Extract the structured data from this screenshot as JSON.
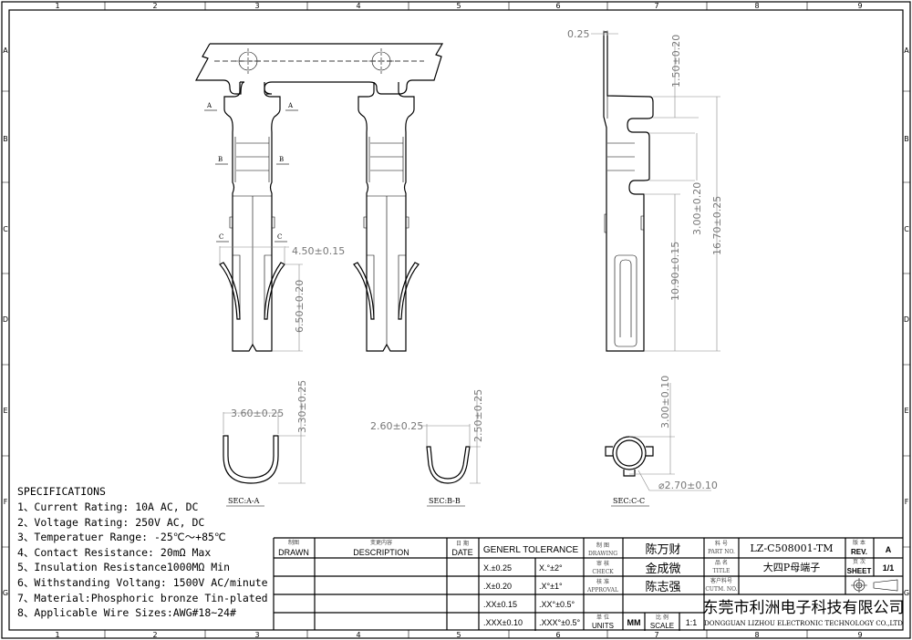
{
  "grid": {
    "columns": [
      "1",
      "2",
      "3",
      "4",
      "5",
      "6",
      "7",
      "8",
      "9"
    ],
    "rows": [
      "A",
      "B",
      "C",
      "D",
      "E",
      "F",
      "G"
    ]
  },
  "section_marks": {
    "a": "A",
    "b": "B",
    "c": "C"
  },
  "dimensions": {
    "strip_thickness": "0.25",
    "tab_height": "1.50±0.20",
    "crimp_length": "3.00±0.20",
    "overall_length": "16.70±0.25",
    "contact_length": "10.90±0.15",
    "contact_width": "4.50±0.15",
    "spring_length": "6.50±0.20",
    "sec_a_width": "3.60±0.25",
    "sec_a_height": "3.30±0.25",
    "sec_b_width": "2.60±0.25",
    "sec_b_height": "2.50±0.25",
    "sec_c_height": "3.00±0.10",
    "sec_c_diameter": "⌀2.70±0.10"
  },
  "sections": {
    "a": "SEC:A-A",
    "b": "SEC:B-B",
    "c": "SEC:C-C"
  },
  "specifications": {
    "title": "SPECIFICATIONS",
    "items": [
      "1、Current Rating: 10A AC, DC",
      "2、Voltage Rating: 250V AC, DC",
      "3、Temperatuer Range: -25℃～+85℃",
      "4、Contact Resistance: 20mΩ Max",
      "5、Insulation Resistance1000MΩ Min",
      "6、Withstanding Voltang: 1500V AC/minute",
      "7、Material:Phosphoric bronze Tin-plated",
      "8、Applicable Wire Sizes:AWG#18~24#"
    ]
  },
  "title_block": {
    "drawn_cn": "制图",
    "drawn": "DRAWN",
    "desc_cn": "变更内容",
    "desc": "DESCRIPTION",
    "date_cn": "日 期",
    "date": "DATE",
    "tolerance_title": "GENERL TOLERANCE",
    "tolerances": [
      [
        "X.±0.25",
        "X.°±2°"
      ],
      [
        ".X±0.20",
        ".X°±1°"
      ],
      [
        ".XX±0.15",
        ".XX°±0.5°"
      ],
      [
        ".XXX±0.10",
        ".XXX°±0.5°"
      ]
    ],
    "drawing_cn": "制 图",
    "drawing": "DRAWING",
    "drawing_name": "陈万财",
    "check_cn": "审 核",
    "check": "CHECK",
    "check_name": "金成微",
    "approval_cn": "核 准",
    "approval": "APPROVAL",
    "approval_name": "陈志强",
    "units_cn": "单 位",
    "units": "UNITS",
    "units_value": "MM",
    "scale_cn": "比 例",
    "scale": "SCALE",
    "scale_value": "1:1",
    "part_no_cn": "料 号",
    "part_no": "PART NO.",
    "part_no_value": "LZ-C508001-TM",
    "title_cn": "品 名",
    "title": "TITLE",
    "title_value": "大四P母端子",
    "cust_cn": "客户料号",
    "cust": "CUTM. NO.",
    "rev_cn": "版 本",
    "rev": "REV.",
    "rev_value": "A",
    "sheet_cn": "页 次",
    "sheet": "SHEET",
    "sheet_value": "1/1",
    "company_cn": "东莞市利洲电子科技有限公司",
    "company_en": "DONGGUAN LIZHOU ELECTRONIC TECHNOLOGY CO.,LTD"
  }
}
